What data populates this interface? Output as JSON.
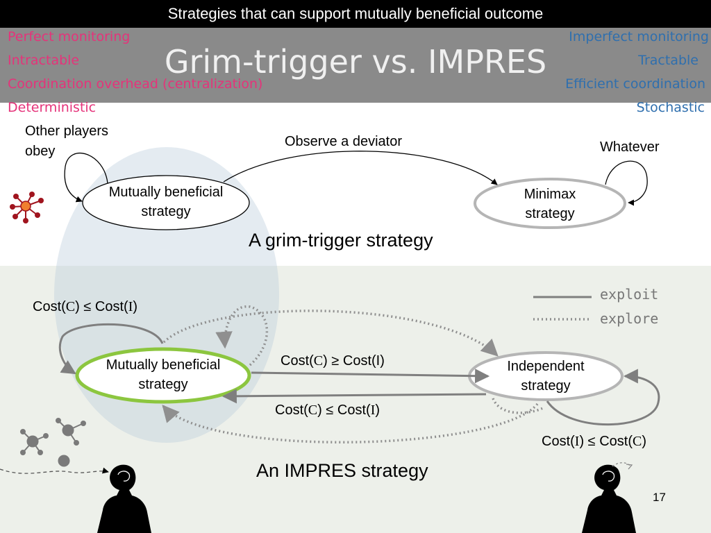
{
  "header": {
    "banner": "Strategies that can support mutually beneficial outcome"
  },
  "slide": {
    "title": "Grim-trigger vs. IMPRES",
    "page_number": "17"
  },
  "left_properties": [
    "Perfect monitoring",
    "Intractable",
    "Coordination overhead (centralization)",
    "Deterministic"
  ],
  "right_properties": [
    "Imperfect monitoring",
    "Tractable",
    "Efficient coordination",
    "Stochastic"
  ],
  "grim_trigger": {
    "caption": "A grim-trigger strategy",
    "node_beneficial": "Mutually beneficial strategy",
    "node_minimax": "Minimax strategy",
    "edge_deviator": "Observe a deviator",
    "loop_obey": "Other players obey",
    "loop_whatever": "Whatever"
  },
  "impres": {
    "caption": "An IMPRES strategy",
    "node_beneficial": "Mutually beneficial strategy",
    "node_independent": "Independent strategy",
    "cond_top_left_prefix": "Cost(",
    "cond_top_left_a": "C",
    "cond_top_left_mid": ") ≤ Cost(",
    "cond_top_left_b": "I",
    "cond_top_left_suffix": ")",
    "cond_forward_prefix": "Cost(",
    "cond_forward_a": "C",
    "cond_forward_rest": ") ≥ Cost(I)",
    "cond_back_prefix": "Cost(",
    "cond_back_a": "C",
    "cond_back_mid": ") ≤ Cost(",
    "cond_back_b": "I",
    "cond_back_suffix": ")",
    "cond_right_prefix": "Cost(",
    "cond_right_a": "I",
    "cond_right_mid": ") ≤ Cost(",
    "cond_right_b": "C",
    "cond_right_suffix": ")"
  },
  "legend": {
    "exploit": "exploit",
    "explore": "explore"
  },
  "colors": {
    "banner_bg": "#000000",
    "title_bg": "#8a8a8a",
    "pink": "#e5337a",
    "blue": "#2f6fae",
    "green": "#8cc63f",
    "edge_gray": "#7f7f7f",
    "agent_orange": "#f07f2f",
    "agent_red": "#a0141e"
  }
}
